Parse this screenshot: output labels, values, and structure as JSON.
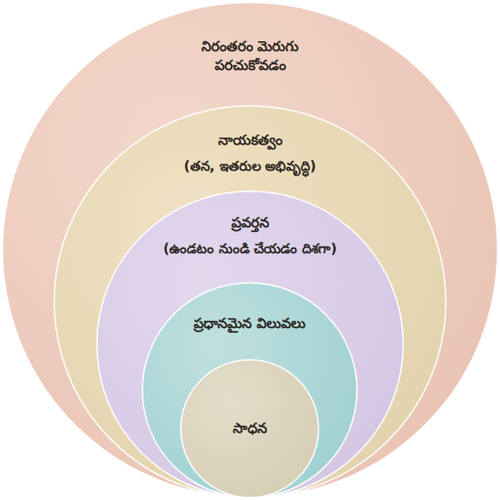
{
  "diagram": {
    "nodes": [
      {
        "text": [
          "నిరంతరం మెరుగు పరచుకోవడం"
        ]
      },
      {
        "text": [
          "నాయకత్వం",
          "(తన, ఇతరుల అభివృద్ధి)"
        ],
        "in": 0
      },
      {
        "text": [
          "ప్రవర్తన",
          "(ఉండటం నుండి చేయడం దిశగా)"
        ],
        "in": 1
      },
      {
        "text": [
          "ప్రధానమైన విలువలు"
        ],
        "in": 2
      },
      {
        "text": [
          "సాధన"
        ],
        "in": 3
      }
    ]
  }
}
